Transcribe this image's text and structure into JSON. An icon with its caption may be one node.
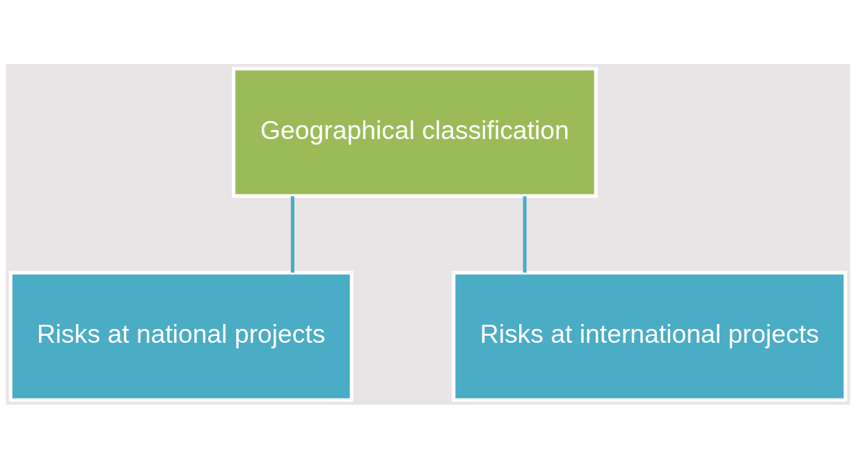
{
  "diagram": {
    "nodes": [
      {
        "text": [
          "Geographical classification"
        ]
      },
      {
        "text": [
          "Risks at national projects"
        ]
      },
      {
        "text": [
          "Risks at international projects"
        ]
      }
    ],
    "edges": [
      {
        "from": 0,
        "to": 1,
        "arrow": "none"
      },
      {
        "from": 0,
        "to": 2,
        "arrow": "none"
      }
    ]
  }
}
